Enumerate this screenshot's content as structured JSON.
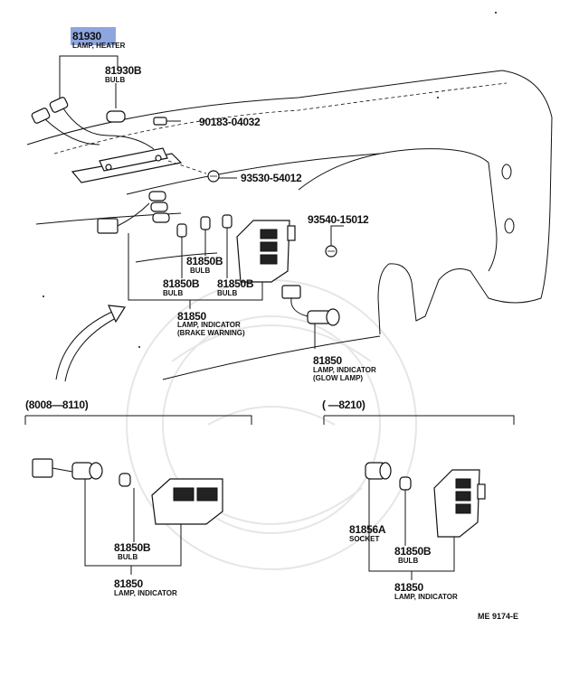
{
  "labels": {
    "p81930": {
      "num": "81930",
      "name": "LAMP, HEATER"
    },
    "p81930b": {
      "num": "81930B",
      "name": "BULB"
    },
    "p90183": {
      "num": "90183-04032"
    },
    "p93530": {
      "num": "93530-54012"
    },
    "p93540": {
      "num": "93540-15012"
    },
    "p81850b_a": {
      "num": "81850B",
      "name": "BULB"
    },
    "p81850b_b": {
      "num": "81850B",
      "name": "BULB"
    },
    "p81850b_c": {
      "num": "81850B",
      "name": "BULB"
    },
    "p81850_brake": {
      "num": "81850",
      "name": "LAMP, INDICATOR",
      "note": "(BRAKE WARNING)"
    },
    "p81850_glow": {
      "num": "81850",
      "name": "LAMP, INDICATOR",
      "note": "(GLOW LAMP)"
    },
    "range_left": "(8008—8110)",
    "range_right": "(      —8210)",
    "left_bulb": {
      "num": "81850B",
      "name": "BULB"
    },
    "left_lamp": {
      "num": "81850",
      "name": "LAMP, INDICATOR"
    },
    "right_socket": {
      "num": "81856A",
      "name": "SOCKET"
    },
    "right_bulb": {
      "num": "81850B",
      "name": "BULB"
    },
    "right_lamp": {
      "num": "81850",
      "name": "LAMP, INDICATOR"
    },
    "diagram_code": "ME  9174-E"
  },
  "colors": {
    "highlight": "#8ea6df",
    "ink": "#111111"
  }
}
